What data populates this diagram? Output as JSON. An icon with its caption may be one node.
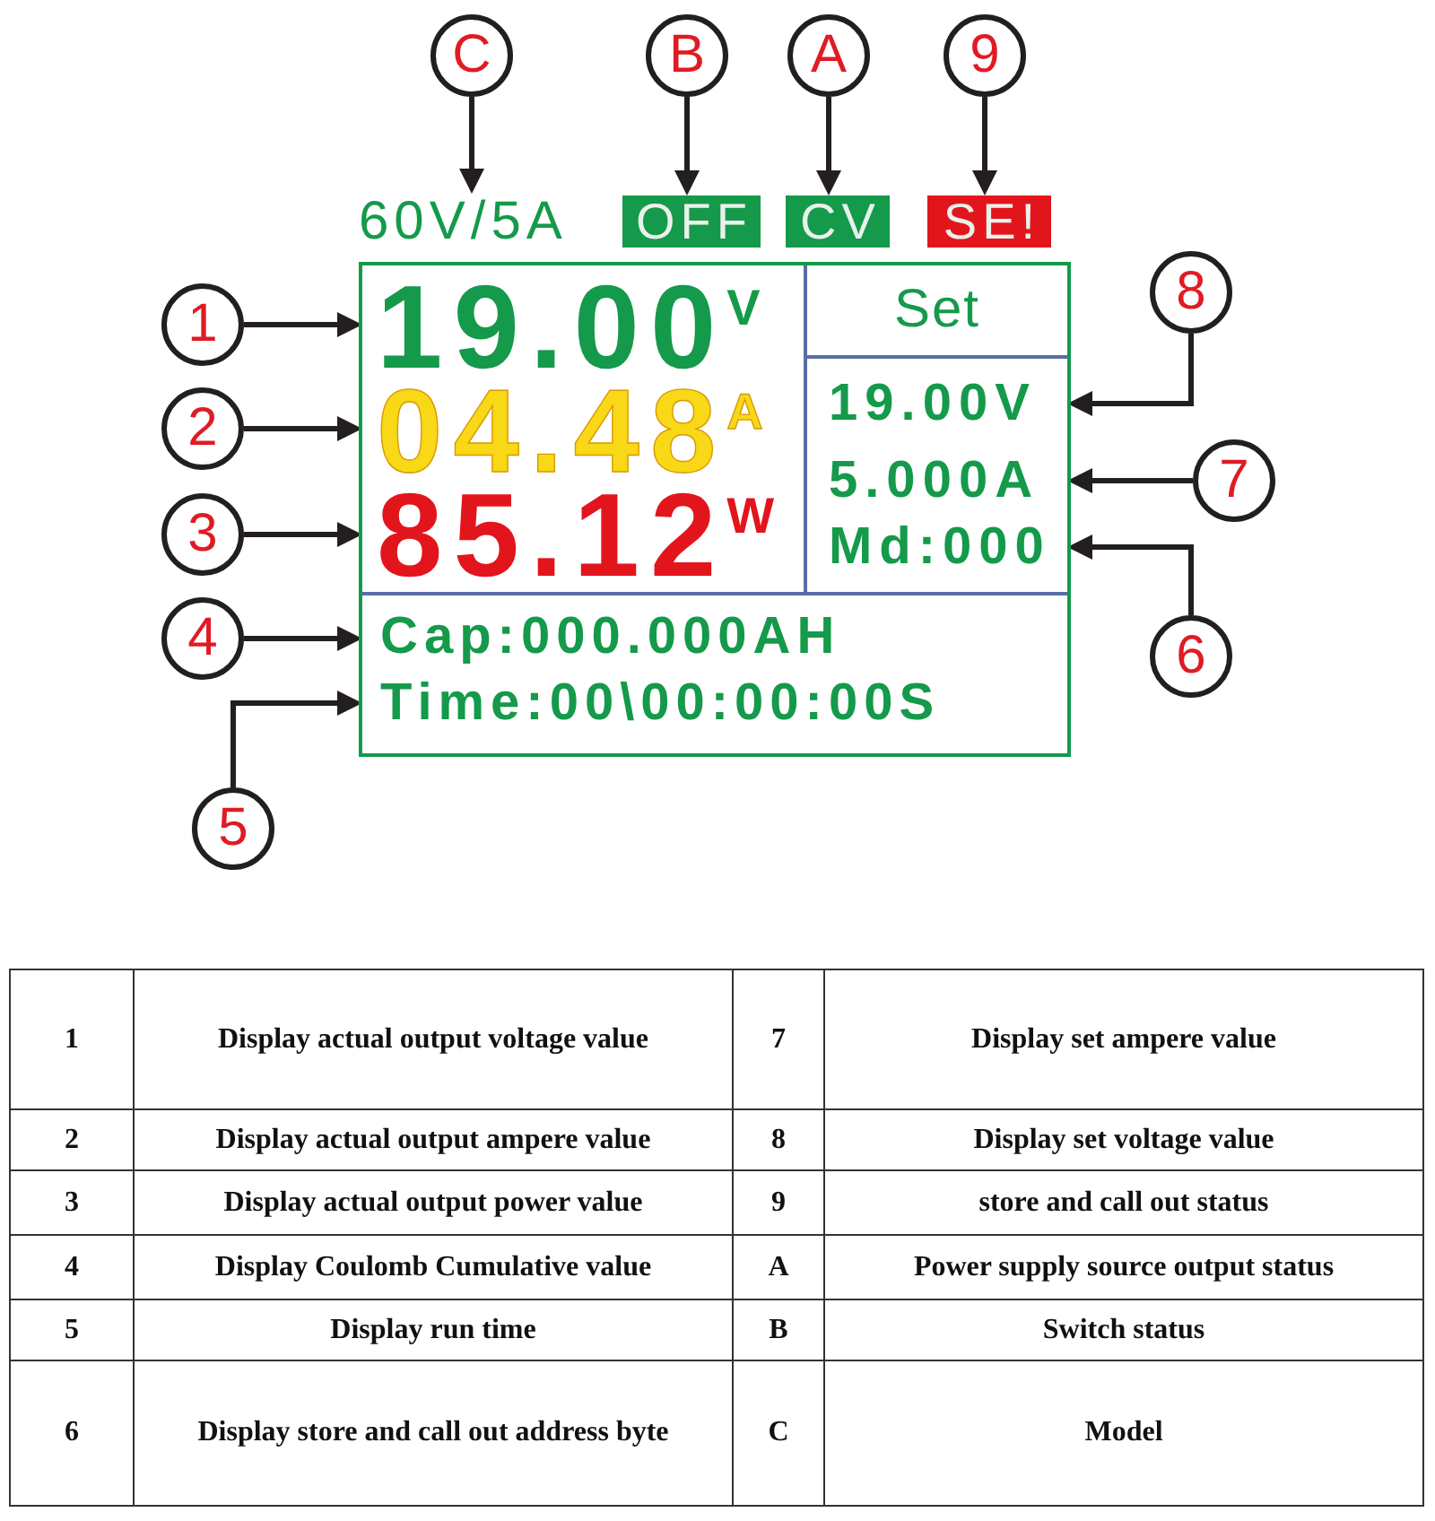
{
  "diagram": {
    "nodes": [
      {
        "text": [
          "C"
        ]
      },
      {
        "text": [
          "B"
        ]
      },
      {
        "text": [
          "A"
        ]
      },
      {
        "text": [
          "9"
        ]
      },
      {
        "text": [
          "60V/5A"
        ]
      },
      {
        "text": [
          "OFF"
        ]
      },
      {
        "text": [
          "CV"
        ]
      },
      {
        "text": [
          "SE!"
        ]
      },
      {
        "text": [],
        "shape": "box"
      },
      {
        "text": [
          "19.00",
          "V"
        ],
        "in": 8
      },
      {
        "text": [
          "04.48",
          "A"
        ],
        "in": 8
      },
      {
        "text": [
          "85.12",
          "W"
        ],
        "in": 8
      },
      {
        "text": [
          "Set"
        ],
        "in": 8
      },
      {
        "text": [
          "19.00V"
        ],
        "in": 8
      },
      {
        "text": [
          "5.000A"
        ],
        "in": 8
      },
      {
        "text": [
          "Md:000"
        ],
        "in": 8
      },
      {
        "text": [
          "Cap:000.000AH"
        ],
        "in": 8
      },
      {
        "text": [
          "Time:00\\00:00:00S"
        ],
        "in": 8
      },
      {
        "text": [
          "1"
        ]
      },
      {
        "text": [
          "2"
        ]
      },
      {
        "text": [
          "3"
        ]
      },
      {
        "text": [
          "4"
        ]
      },
      {
        "text": [
          "5"
        ]
      },
      {
        "text": [
          "6"
        ]
      },
      {
        "text": [
          "7"
        ]
      },
      {
        "text": [
          "8"
        ]
      }
    ],
    "edges": [
      {
        "from": 0,
        "to": 4,
        "arrow": "to"
      },
      {
        "from": 1,
        "to": 5,
        "arrow": "to"
      },
      {
        "from": 2,
        "to": 6,
        "arrow": "to"
      },
      {
        "from": 3,
        "to": 7,
        "arrow": "to"
      },
      {
        "from": 18,
        "to": 9,
        "arrow": "to"
      },
      {
        "from": 19,
        "to": 10,
        "arrow": "to"
      },
      {
        "from": 20,
        "to": 11,
        "arrow": "to"
      },
      {
        "from": 21,
        "to": 16,
        "arrow": "to"
      },
      {
        "from": 22,
        "to": 17,
        "arrow": "to"
      },
      {
        "from": 23,
        "to": 15,
        "arrow": "to"
      },
      {
        "from": 24,
        "to": 14,
        "arrow": "to"
      },
      {
        "from": 25,
        "to": 13,
        "arrow": "to"
      }
    ],
    "labels": [
      "1",
      "Display actual output voltage value",
      "7",
      "Display set ampere value",
      "2",
      "Display actual output ampere value",
      "8",
      "Display set voltage value",
      "3",
      "Display actual output power value",
      "9",
      "store and call out status",
      "4",
      "Display Coulomb Cumulative value",
      "A",
      "Power supply source output status",
      "5",
      "Display run time",
      "B",
      "Switch status",
      "6",
      "Display store and call out address byte",
      "C",
      "Model"
    ]
  }
}
